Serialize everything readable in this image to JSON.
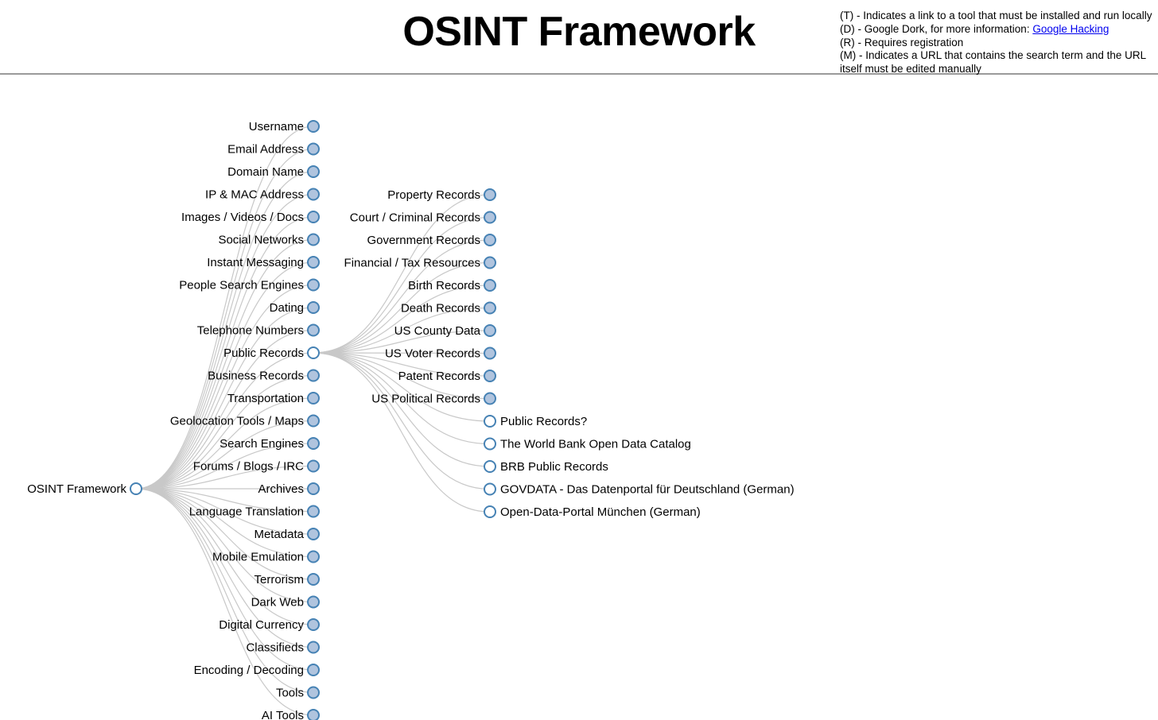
{
  "header": {
    "title": "OSINT Framework",
    "legend": {
      "t": "(T) - Indicates a link to a tool that must be installed and run locally",
      "d_prefix": "(D) - Google Dork, for more information: ",
      "d_link": "Google Hacking",
      "r": "(R) - Requires registration",
      "m": "(M) - Indicates a URL that contains the search term and the URL itself must be edited manually"
    }
  },
  "tree": {
    "root": {
      "label": "OSINT Framework",
      "state": "open"
    },
    "categories": [
      {
        "label": "Username",
        "state": "closed"
      },
      {
        "label": "Email Address",
        "state": "closed"
      },
      {
        "label": "Domain Name",
        "state": "closed"
      },
      {
        "label": "IP & MAC Address",
        "state": "closed"
      },
      {
        "label": "Images / Videos / Docs",
        "state": "closed"
      },
      {
        "label": "Social Networks",
        "state": "closed"
      },
      {
        "label": "Instant Messaging",
        "state": "closed"
      },
      {
        "label": "People Search Engines",
        "state": "closed"
      },
      {
        "label": "Dating",
        "state": "closed"
      },
      {
        "label": "Telephone Numbers",
        "state": "closed"
      },
      {
        "label": "Public Records",
        "state": "open"
      },
      {
        "label": "Business Records",
        "state": "closed"
      },
      {
        "label": "Transportation",
        "state": "closed"
      },
      {
        "label": "Geolocation Tools / Maps",
        "state": "closed"
      },
      {
        "label": "Search Engines",
        "state": "closed"
      },
      {
        "label": "Forums / Blogs / IRC",
        "state": "closed"
      },
      {
        "label": "Archives",
        "state": "closed"
      },
      {
        "label": "Language Translation",
        "state": "closed"
      },
      {
        "label": "Metadata",
        "state": "closed"
      },
      {
        "label": "Mobile Emulation",
        "state": "closed"
      },
      {
        "label": "Terrorism",
        "state": "closed"
      },
      {
        "label": "Dark Web",
        "state": "closed"
      },
      {
        "label": "Digital Currency",
        "state": "closed"
      },
      {
        "label": "Classifieds",
        "state": "closed"
      },
      {
        "label": "Encoding / Decoding",
        "state": "closed"
      },
      {
        "label": "Tools",
        "state": "closed"
      },
      {
        "label": "AI Tools",
        "state": "closed"
      }
    ],
    "public_records_children": [
      {
        "label": "Property Records",
        "state": "closed"
      },
      {
        "label": "Court / Criminal Records",
        "state": "closed"
      },
      {
        "label": "Government Records",
        "state": "closed"
      },
      {
        "label": "Financial / Tax Resources",
        "state": "closed"
      },
      {
        "label": "Birth Records",
        "state": "closed"
      },
      {
        "label": "Death Records",
        "state": "closed"
      },
      {
        "label": "US County Data",
        "state": "closed"
      },
      {
        "label": "US Voter Records",
        "state": "closed"
      },
      {
        "label": "Patent Records",
        "state": "closed"
      },
      {
        "label": "US Political Records",
        "state": "closed"
      },
      {
        "label": "Public Records?",
        "state": "leaf"
      },
      {
        "label": "The World Bank Open Data Catalog",
        "state": "leaf"
      },
      {
        "label": "BRB Public Records",
        "state": "leaf"
      },
      {
        "label": "GOVDATA - Das Datenportal für Deutschland (German)",
        "state": "leaf"
      },
      {
        "label": "Open-Data-Portal München (German)",
        "state": "leaf"
      }
    ]
  }
}
